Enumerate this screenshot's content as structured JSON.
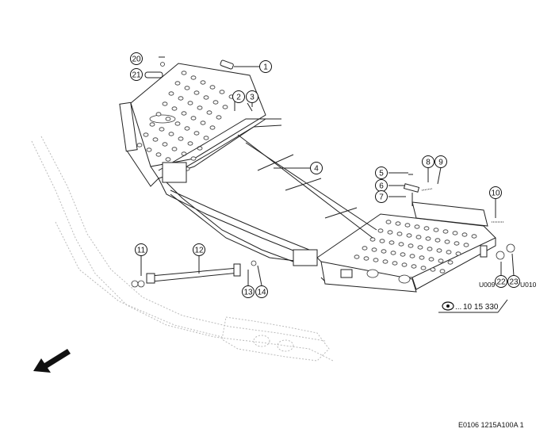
{
  "callouts": [
    {
      "n": "1"
    },
    {
      "n": "2"
    },
    {
      "n": "3"
    },
    {
      "n": "4"
    },
    {
      "n": "5"
    },
    {
      "n": "6"
    },
    {
      "n": "7"
    },
    {
      "n": "8"
    },
    {
      "n": "9"
    },
    {
      "n": "10"
    },
    {
      "n": "11"
    },
    {
      "n": "12"
    },
    {
      "n": "13"
    },
    {
      "n": "14"
    },
    {
      "n": "20"
    },
    {
      "n": "21"
    },
    {
      "n": "22"
    },
    {
      "n": "23"
    }
  ],
  "labels": {
    "u009": "U009",
    "u010": "U010",
    "view_ref": "10 15 330",
    "view_prefix": "..."
  },
  "footer": {
    "code": "E0106 1215A100A 1"
  },
  "icons": {
    "view_reference": "eye-icon",
    "direction": "arrow-down-left-icon"
  }
}
